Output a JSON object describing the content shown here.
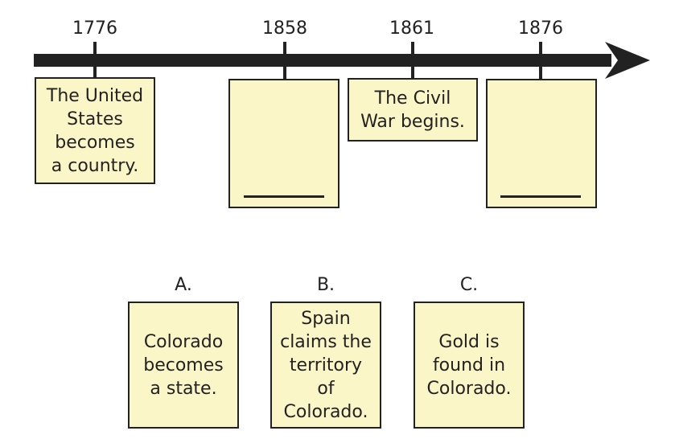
{
  "timeline": {
    "years": [
      "1776",
      "1858",
      "1861",
      "1876"
    ],
    "events": [
      {
        "text": "The United\nStates\nbecomes\na country."
      },
      {
        "text": ""
      },
      {
        "text": "The Civil\nWar begins."
      },
      {
        "text": ""
      }
    ]
  },
  "choices": [
    {
      "letter": "A.",
      "text": "Colorado\nbecomes\na state."
    },
    {
      "letter": "B.",
      "text": "Spain\nclaims the\nterritory\nof\nColorado."
    },
    {
      "letter": "C.",
      "text": "Gold is\nfound in\nColorado."
    }
  ],
  "colors": {
    "card_fill": "#fbf6c8",
    "line": "#222222"
  }
}
